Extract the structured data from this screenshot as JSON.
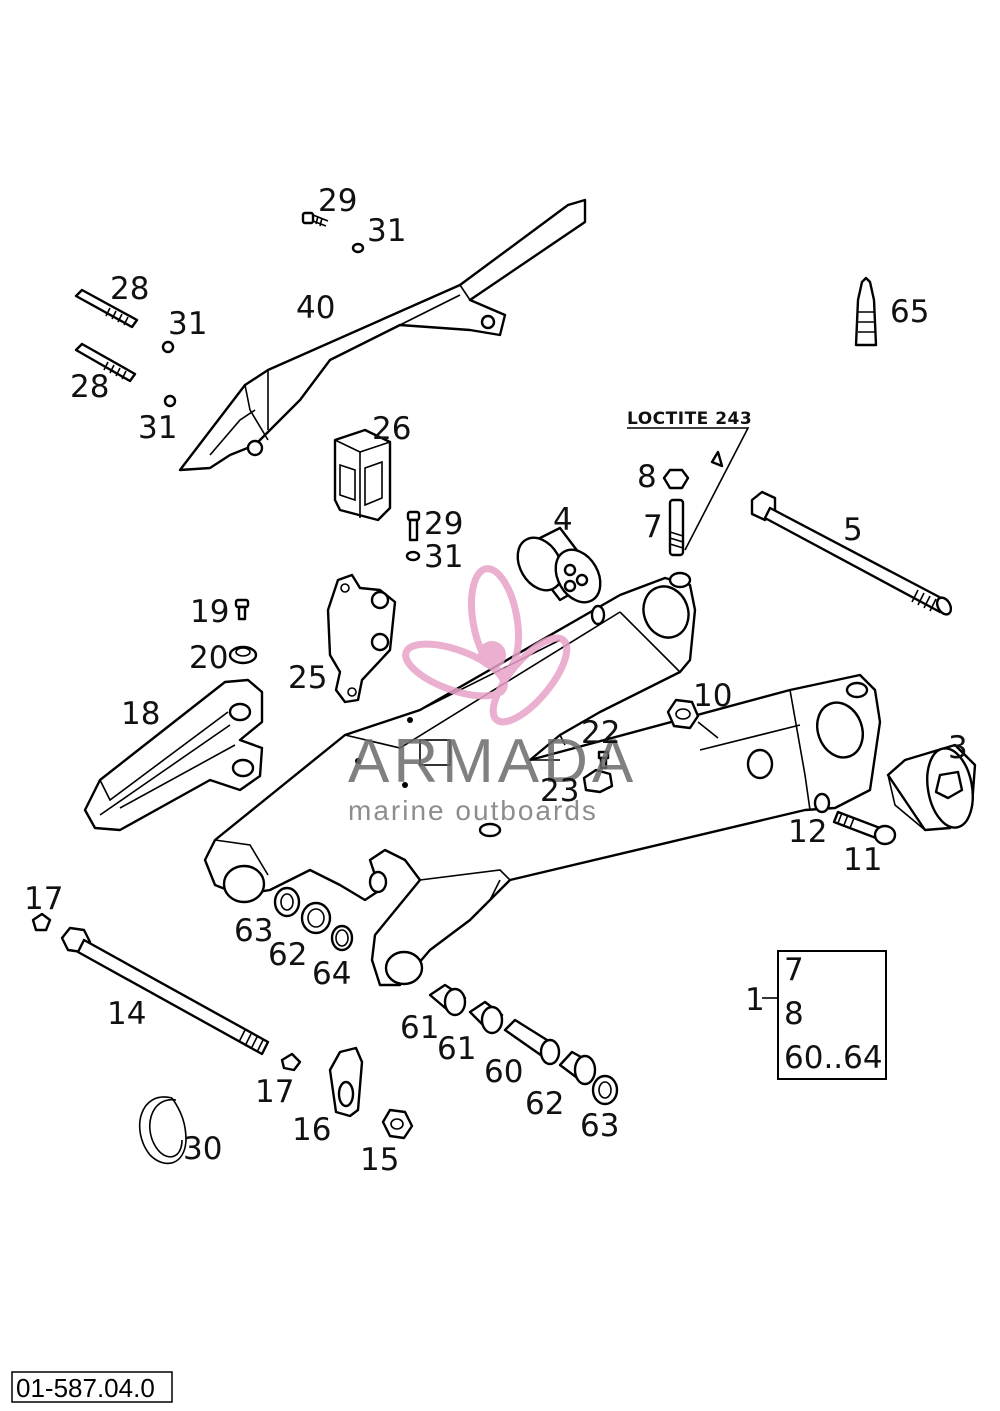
{
  "diagram": {
    "reference_code": "01-587.04.0",
    "loctite_label": "LOCTITE 243",
    "watermark": {
      "brand": "ARMADA",
      "tagline": "marine outboards",
      "logo_color": "#e8a2c8"
    },
    "kit_box": {
      "kit_number": "1",
      "items": [
        "7",
        "8",
        "60..64"
      ]
    },
    "callouts": {
      "c29a": "29",
      "c31a": "31",
      "c28a": "28",
      "c31b": "31",
      "c40": "40",
      "c28b": "28",
      "c31c": "31",
      "c65": "65",
      "c26": "26",
      "c8": "8",
      "c29b": "29",
      "c4": "4",
      "c7": "7",
      "c5": "5",
      "c31d": "31",
      "c19": "19",
      "c20": "20",
      "c25": "25",
      "c10": "10",
      "c18": "18",
      "c22": "22",
      "c3": "3",
      "c23": "23",
      "c12": "12",
      "c11": "11",
      "c17a": "17",
      "c63a": "63",
      "c62a": "62",
      "c64": "64",
      "c14": "14",
      "c61a": "61",
      "c61b": "61",
      "c60": "60",
      "c17b": "17",
      "c62b": "62",
      "c63b": "63",
      "c16": "16",
      "c30": "30",
      "c15": "15"
    }
  }
}
